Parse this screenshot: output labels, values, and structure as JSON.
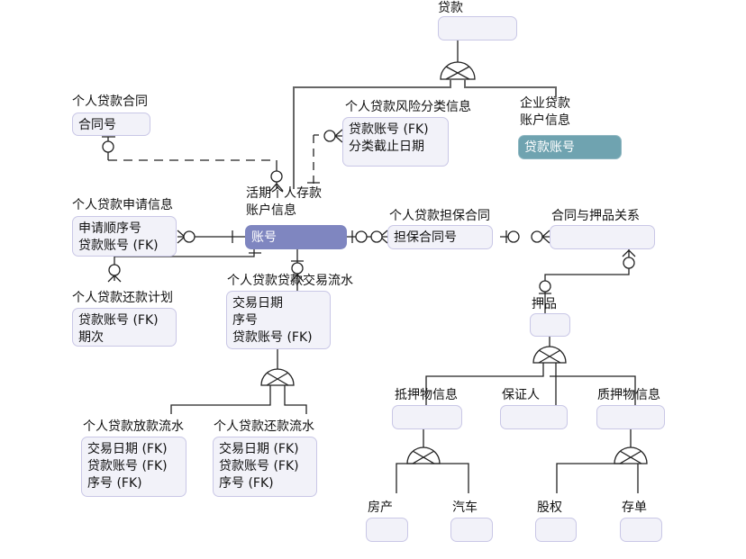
{
  "colors": {
    "box_fill": "#f2f2f9",
    "box_border": "#c9c7e6",
    "pk_blue": "#7f86c0",
    "pk_teal": "#6fa3b0"
  },
  "entities": [
    {
      "label": "贷款",
      "fields": []
    },
    {
      "label": "个人贷款合同",
      "fields": [
        "合同号"
      ]
    },
    {
      "label": "个人贷款风险分类信息",
      "fields": [
        "贷款账号 (FK)",
        "分类截止日期"
      ]
    },
    {
      "label": "企业贷款\n账户信息",
      "fields": [
        "贷款账号"
      ]
    },
    {
      "label": "活期个人存款\n账户信息",
      "fields": [
        "账号"
      ]
    },
    {
      "label": "个人贷款申请信息",
      "fields": [
        "申请顺序号",
        "贷款账号 (FK)"
      ]
    },
    {
      "label": "个人贷款担保合同",
      "fields": [
        "担保合同号"
      ]
    },
    {
      "label": "合同与押品关系",
      "fields": []
    },
    {
      "label": "个人贷款还款计划",
      "fields": [
        "贷款账号 (FK)",
        "期次"
      ]
    },
    {
      "label": "个人贷款贷款交易流水",
      "fields": [
        "交易日期",
        "序号",
        "贷款账号 (FK)"
      ]
    },
    {
      "label": "个人贷款放款流水",
      "fields": [
        "交易日期 (FK)",
        "贷款账号 (FK)",
        "序号 (FK)"
      ]
    },
    {
      "label": "个人贷款还款流水",
      "fields": [
        "交易日期 (FK)",
        "贷款账号 (FK)",
        "序号 (FK)"
      ]
    },
    {
      "label": "押品",
      "fields": []
    },
    {
      "label": "抵押物信息",
      "fields": []
    },
    {
      "label": "保证人",
      "fields": []
    },
    {
      "label": "质押物信息",
      "fields": []
    },
    {
      "label": "房产",
      "fields": []
    },
    {
      "label": "汽车",
      "fields": []
    },
    {
      "label": "股权",
      "fields": []
    },
    {
      "label": "存单",
      "fields": []
    }
  ]
}
